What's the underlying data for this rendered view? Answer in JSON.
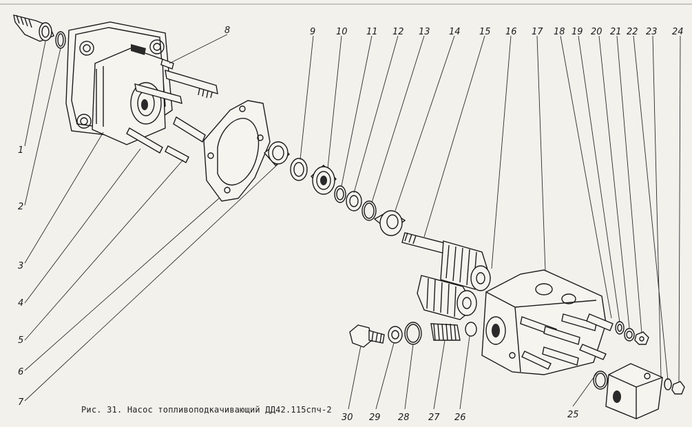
{
  "caption": "Рис. 31. Насос топливоподкачивающий ДД42.115спч-2",
  "labels": [
    "1",
    "2",
    "3",
    "4",
    "5",
    "6",
    "7",
    "8",
    "9",
    "10",
    "11",
    "12",
    "13",
    "14",
    "15",
    "16",
    "17",
    "18",
    "19",
    "20",
    "21",
    "22",
    "23",
    "24",
    "25",
    "26",
    "27",
    "28",
    "29",
    "30"
  ]
}
